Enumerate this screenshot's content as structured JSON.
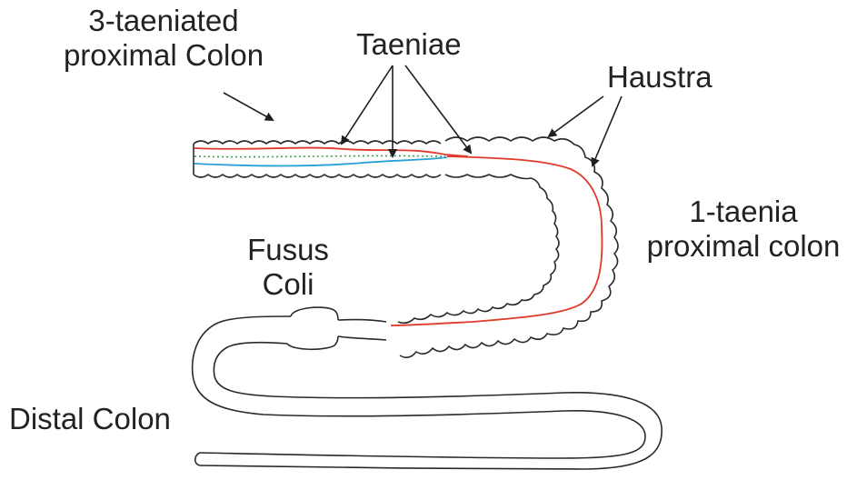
{
  "labels": {
    "three_taeniated_line1": "3-taeniated",
    "three_taeniated_line2": "proximal Colon",
    "taeniae": "Taeniae",
    "haustra": "Haustra",
    "one_taenia_line1": "1-taenia",
    "one_taenia_line2": "proximal colon",
    "fusus_coli_line1": "Fusus",
    "fusus_coli_line2": "Coli",
    "distal_colon": "Distal Colon"
  },
  "colors": {
    "outline": "#2a2a2a",
    "taenia_red": "#e23a2c",
    "taenia_blue": "#2a9fd8",
    "taenia_green": "#3aa05a",
    "arrow": "#1e1e1e"
  }
}
